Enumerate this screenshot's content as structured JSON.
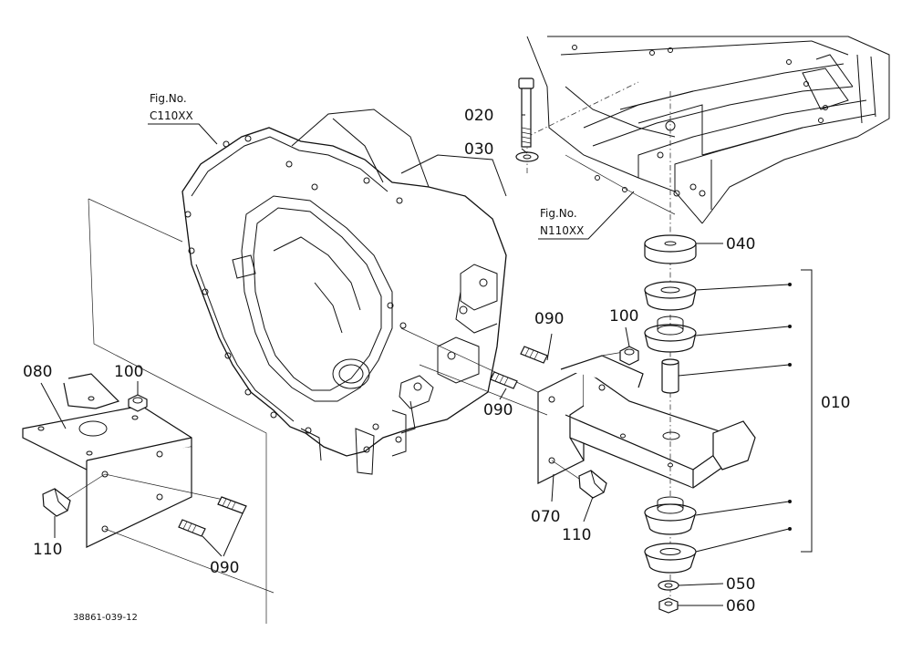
{
  "figure_refs": [
    {
      "label": "Fig.No.",
      "code": "C110XX"
    },
    {
      "label": "Fig.No.",
      "code": "N110XX"
    }
  ],
  "callouts": {
    "p010": "010",
    "p020": "020",
    "p030": "030",
    "p040": "040",
    "p050": "050",
    "p060": "060",
    "p070": "070",
    "p080": "080",
    "p090_a": "090",
    "p090_b": "090",
    "p090_c": "090",
    "p100_a": "100",
    "p100_b": "100",
    "p110_a": "110",
    "p110_b": "110"
  },
  "drawing_code": "38861-039-12"
}
